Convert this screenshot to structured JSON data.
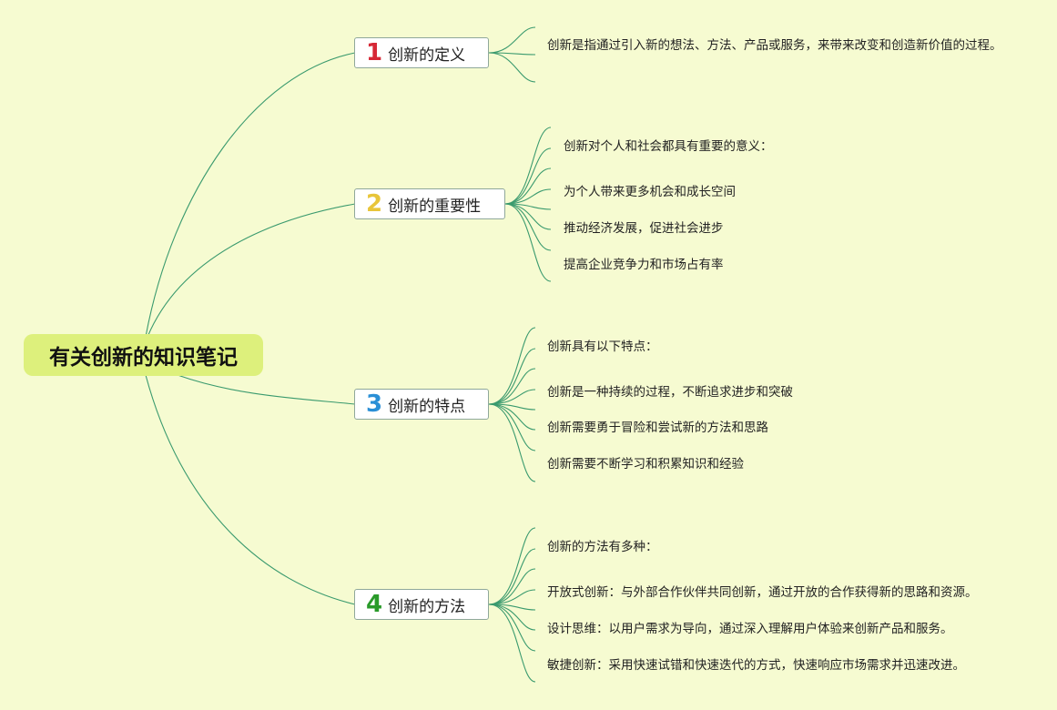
{
  "root": {
    "title": "有关创新的知识笔记"
  },
  "colors": {
    "line": "#3a9a6e",
    "background": "#f6fbd1",
    "root": "#ddf07c"
  },
  "branches": [
    {
      "num": "1",
      "num_color": "#d62836",
      "label": "创新的定义",
      "leaves": [
        "创新是指通过引入新的想法、方法、产品或服务，来带来改变和创造新价值的过程。"
      ]
    },
    {
      "num": "2",
      "num_color": "#e8c53a",
      "label": "创新的重要性",
      "leaves": [
        "创新对个人和社会都具有重要的意义：",
        "为个人带来更多机会和成长空间",
        "推动经济发展，促进社会进步",
        "提高企业竞争力和市场占有率"
      ]
    },
    {
      "num": "3",
      "num_color": "#2a8fd6",
      "label": "创新的特点",
      "leaves": [
        "创新具有以下特点：",
        "创新是一种持续的过程，不断追求进步和突破",
        "创新需要勇于冒险和尝试新的方法和思路",
        "创新需要不断学习和积累知识和经验"
      ]
    },
    {
      "num": "4",
      "num_color": "#2a9a2a",
      "label": "创新的方法",
      "leaves": [
        "创新的方法有多种：",
        "开放式创新：与外部合作伙伴共同创新，通过开放的合作获得新的思路和资源。",
        "设计思维：以用户需求为导向，通过深入理解用户体验来创新产品和服务。",
        "敏捷创新：采用快速试错和快速迭代的方式，快速响应市场需求并迅速改进。"
      ]
    }
  ]
}
